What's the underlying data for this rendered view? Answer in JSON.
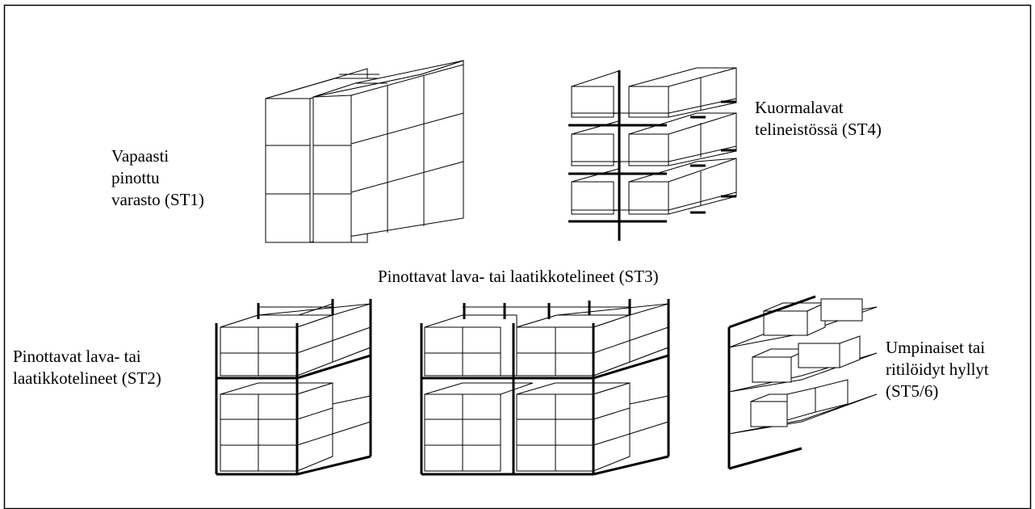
{
  "labels": {
    "st1": [
      "Vapaasti",
      "pinottu",
      "varasto (ST1)"
    ],
    "st4": [
      "Kuormalavat",
      "telineistössä (ST4)"
    ],
    "st3": "Pinottavat lava- tai laatikkotelineet (ST3)",
    "st2": [
      "Pinottavat lava- tai",
      "laatikkotelineet (ST2)"
    ],
    "st56": [
      "Umpinaiset tai",
      "ritilöidyt hyllyt",
      "(ST5/6)"
    ]
  },
  "colors": {
    "ink": "#000000",
    "background": "#ffffff"
  }
}
